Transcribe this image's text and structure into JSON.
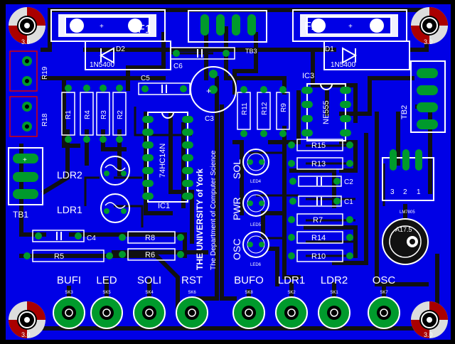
{
  "board": {
    "labels": {
      "f1": "F1",
      "f2": "F2",
      "d1": "D1",
      "d2": "D2",
      "d1_part": "1N5400",
      "d2_part": "1N5400",
      "tb1": "TB1",
      "tb2": "TB2",
      "tb3": "TB3",
      "ic1": "IC1",
      "ic1_part": "74HC14N",
      "ic3": "IC3",
      "ic3_part": "NE555",
      "c2": "C2",
      "c3": "C3",
      "c4": "C4",
      "c5": "C5",
      "c6": "C6",
      "r1": "R1",
      "r2": "R2",
      "r3": "R3",
      "r4": "R4",
      "r5": "R5",
      "r6": "R6",
      "r7": "R7",
      "r8": "R8",
      "r10": "R10",
      "r11": "R11",
      "r12": "R12",
      "r13": "R13",
      "r14": "R14",
      "r15": "R15",
      "r18": "R18",
      "r19": "R19",
      "r9": "R9",
      "ldr1": "LDR1",
      "ldr2": "LDR2",
      "sol": "SOL",
      "pwr": "PWR",
      "osc": "OSC",
      "led4": "LED4",
      "led5": "LED5",
      "led6": "LED6",
      "pot": "A17.5",
      "pin1": "1",
      "pin2": "2",
      "pin3": "3",
      "reg": "LM7805",
      "uni_title": "THE UNIVERSITY of York",
      "uni_dept": "The Department of Computer Science",
      "mh": "3.0"
    },
    "sockets": [
      {
        "label": "BUFI",
        "ref": "SK3"
      },
      {
        "label": "LED",
        "ref": "SK5"
      },
      {
        "label": "SOLI",
        "ref": "SK4"
      },
      {
        "label": "RST",
        "ref": "SK6"
      },
      {
        "label": "BUFO",
        "ref": "SK8"
      },
      {
        "label": "LDR1",
        "ref": "SK2"
      },
      {
        "label": "LDR2",
        "ref": "SK1"
      },
      {
        "label": "OSC",
        "ref": "SK7"
      }
    ],
    "colors": {
      "substrate": "#0000e6",
      "copper": "#111111",
      "pad": "#009a2c",
      "silk": "#ffffff"
    }
  }
}
